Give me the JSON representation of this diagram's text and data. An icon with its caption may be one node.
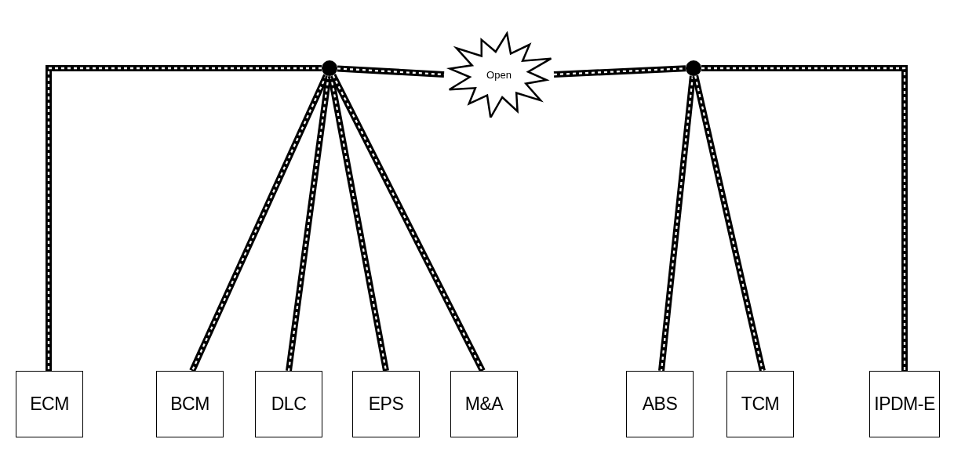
{
  "diagram": {
    "nodes": [
      {
        "text": [],
        "shape": "circle"
      },
      {
        "text": [
          "Open"
        ]
      },
      {
        "text": [],
        "shape": "circle"
      },
      {
        "text": [
          "ECM"
        ]
      },
      {
        "text": [
          "BCM"
        ]
      },
      {
        "text": [
          "DLC"
        ]
      },
      {
        "text": [
          "EPS"
        ]
      },
      {
        "text": [
          "M&A"
        ]
      },
      {
        "text": [
          "ABS"
        ]
      },
      {
        "text": [
          "TCM"
        ]
      },
      {
        "text": [
          "IPDM-E"
        ]
      }
    ],
    "edges": [
      {
        "from": 0,
        "to": 3,
        "arrow": "none"
      },
      {
        "from": 0,
        "to": 4,
        "arrow": "none"
      },
      {
        "from": 0,
        "to": 5,
        "arrow": "none"
      },
      {
        "from": 0,
        "to": 6,
        "arrow": "none"
      },
      {
        "from": 0,
        "to": 7,
        "arrow": "none"
      },
      {
        "from": 0,
        "to": 1,
        "arrow": "none"
      },
      {
        "from": 1,
        "to": 2,
        "arrow": "none"
      },
      {
        "from": 2,
        "to": 8,
        "arrow": "none"
      },
      {
        "from": 2,
        "to": 9,
        "arrow": "none"
      },
      {
        "from": 2,
        "to": 10,
        "arrow": "none"
      }
    ]
  }
}
